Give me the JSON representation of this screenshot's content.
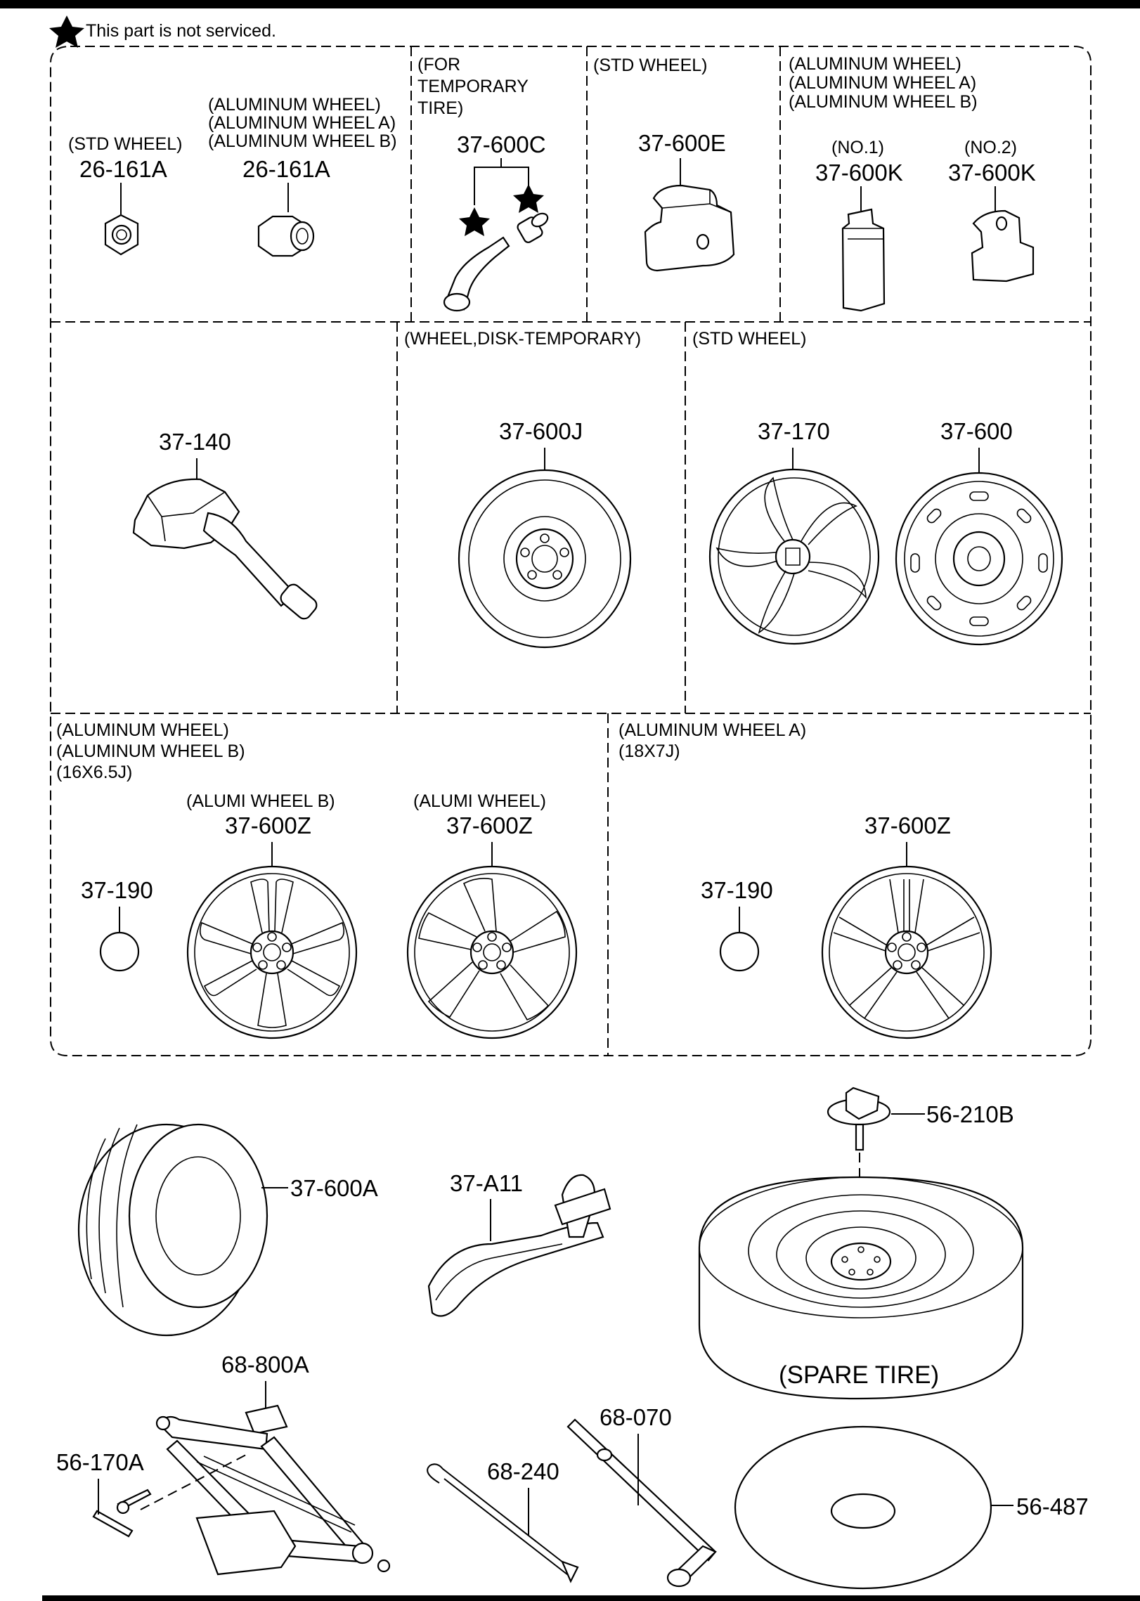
{
  "legend": {
    "star_note": "This part is not serviced."
  },
  "panels": {
    "nuts": {
      "std_condition": "(STD WHEEL)",
      "std_part": "26-161A",
      "alu_conditions": [
        "(ALUMINUM WHEEL)",
        "(ALUMINUM WHEEL A)",
        "(ALUMINUM WHEEL B)"
      ],
      "alu_part": "26-161A"
    },
    "valve": {
      "conditions": [
        "(FOR",
        "TEMPORARY",
        "TIRE)"
      ],
      "part": "37-600C"
    },
    "weight_std": {
      "condition": "(STD WHEEL)",
      "part": "37-600E"
    },
    "weight_alu": {
      "conditions": [
        "(ALUMINUM WHEEL)",
        "(ALUMINUM WHEEL A)",
        "(ALUMINUM WHEEL B)"
      ],
      "no1_label": "(NO.1)",
      "no1_part": "37-600K",
      "no2_label": "(NO.2)",
      "no2_part": "37-600K"
    },
    "sensor": {
      "part": "37-140"
    },
    "temp_wheel": {
      "condition": "(WHEEL,DISK-TEMPORARY)",
      "part": "37-600J"
    },
    "std_wheel": {
      "condition": "(STD WHEEL)",
      "cover_part": "37-170",
      "wheel_part": "37-600"
    },
    "alu_wheel": {
      "conditions": [
        "(ALUMINUM WHEEL)",
        "(ALUMINUM WHEEL B)",
        "(16X6.5J)"
      ],
      "cap_part": "37-190",
      "wheel_b_condition": "(ALUMI WHEEL B)",
      "wheel_b_part": "37-600Z",
      "wheel_condition": "(ALUMI WHEEL)",
      "wheel_part": "37-600Z"
    },
    "alu_wheel_a": {
      "conditions": [
        "(ALUMINUM WHEEL A)",
        "(18X7J)"
      ],
      "cap_part": "37-190",
      "wheel_part": "37-600Z"
    }
  },
  "loose_parts": {
    "tire": "37-600A",
    "strap": "37-A11",
    "spare_bolt": "56-210B",
    "spare_tire_caption": "(SPARE TIRE)",
    "jack": "68-800A",
    "jack_pin": "56-170A",
    "jack_handle": "68-240",
    "lug_wrench": "68-070",
    "spare_mat": "56-487"
  }
}
